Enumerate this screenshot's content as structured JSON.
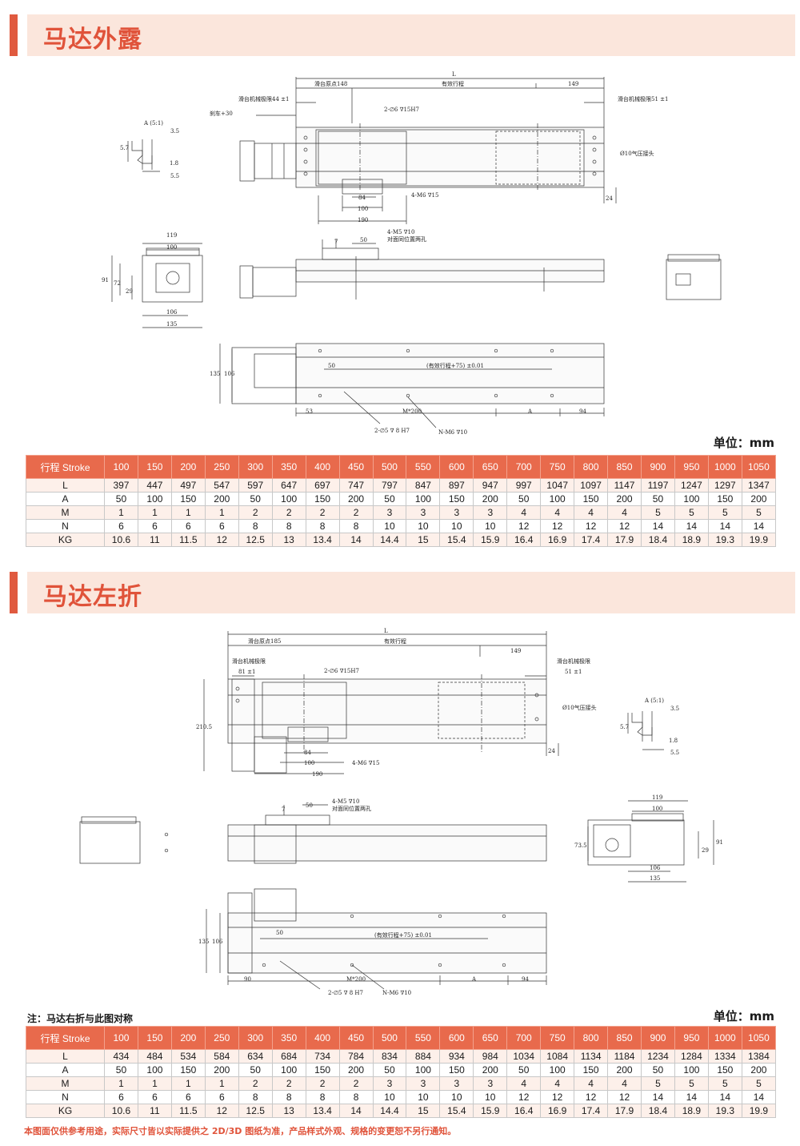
{
  "sections": [
    {
      "title": "马达外露"
    },
    {
      "title": "马达左折"
    }
  ],
  "unit_label": "单位：mm",
  "note_label": "注：马达右折与此图对称",
  "footer_note": "本图面仅供参考用途，实际尺寸皆以实际提供之 2D/3D 图纸为准，产品样式外观、规格的变更恕不另行通知。",
  "drawing1": {
    "L": "L",
    "slider_origin": "滑台原点148",
    "stroke": "有效行程",
    "d149": "149",
    "mech_limit_left": "滑台机械极限44 ±1",
    "mech_limit_right": "滑台机械极限51 ±1",
    "brake": "刹车+30",
    "pin_hole": "2-∅6 ∇15H7",
    "detail": "A (5:1)",
    "d35": "3.5",
    "d57": "5.7",
    "d18": "1.8",
    "d55": "5.5",
    "air": "Ø10气压接头",
    "d84": "84",
    "d100": "100",
    "d190": "190",
    "m6": "4-M6 ∇15",
    "d24": "24",
    "m5": "4-M5 ∇10",
    "m5b": "对面同位置两孔",
    "d7": "7",
    "d50": "50",
    "d119": "119",
    "d100b": "100",
    "d91": "91",
    "d72": "72",
    "d29": "29",
    "d106": "106",
    "d135": "135",
    "d135b": "135",
    "d106b": "106",
    "d50b": "50",
    "stroke75": "(有效行程+75) ±0.01",
    "d53": "53",
    "m200": "M*200",
    "A": "A",
    "d94": "94",
    "h7": "2-∅5 ∇ 8 H7",
    "nm6": "N-M6 ∇10"
  },
  "drawing2": {
    "L": "L",
    "slider_origin": "滑台原点185",
    "stroke": "有效行程",
    "d149": "149",
    "mech_limit_left": "滑台机械极限",
    "mech_limit_left_val": "81 ±1",
    "mech_limit_right": "滑台机械极限",
    "mech_limit_right_val": "51 ±1",
    "pin_hole": "2-∅6 ∇15H7",
    "air": "Ø10气压接头",
    "detail": "A (5:1)",
    "d35": "3.5",
    "d57": "5.7",
    "d18": "1.8",
    "d55": "5.5",
    "d2105": "210.5",
    "d84": "84",
    "d100": "100",
    "d190": "190",
    "m6": "4-M6 ∇15",
    "d24": "24",
    "m5": "4-M5 ∇10",
    "m5b": "对面同位置两孔",
    "d7": "7",
    "d50": "50",
    "d119": "119",
    "d100b": "100",
    "d735": "73.5",
    "d29": "29",
    "d91": "91",
    "d106": "106",
    "d135": "135",
    "d135b": "135",
    "d106b": "106",
    "d50b": "50",
    "stroke75": "(有效行程+75) ±0.01",
    "d90": "90",
    "m200": "M*200",
    "A": "A",
    "d94": "94",
    "h7": "2-∅5 ∇ 8 H7",
    "nm6": "N-M6 ∇10"
  },
  "table1": {
    "header": [
      "行程 Stroke",
      "100",
      "150",
      "200",
      "250",
      "300",
      "350",
      "400",
      "450",
      "500",
      "550",
      "600",
      "650",
      "700",
      "750",
      "800",
      "850",
      "900",
      "950",
      "1000",
      "1050"
    ],
    "rows": [
      [
        "L",
        "397",
        "447",
        "497",
        "547",
        "597",
        "647",
        "697",
        "747",
        "797",
        "847",
        "897",
        "947",
        "997",
        "1047",
        "1097",
        "1147",
        "1197",
        "1247",
        "1297",
        "1347"
      ],
      [
        "A",
        "50",
        "100",
        "150",
        "200",
        "50",
        "100",
        "150",
        "200",
        "50",
        "100",
        "150",
        "200",
        "50",
        "100",
        "150",
        "200",
        "50",
        "100",
        "150",
        "200"
      ],
      [
        "M",
        "1",
        "1",
        "1",
        "1",
        "2",
        "2",
        "2",
        "2",
        "3",
        "3",
        "3",
        "3",
        "4",
        "4",
        "4",
        "4",
        "5",
        "5",
        "5",
        "5"
      ],
      [
        "N",
        "6",
        "6",
        "6",
        "6",
        "8",
        "8",
        "8",
        "8",
        "10",
        "10",
        "10",
        "10",
        "12",
        "12",
        "12",
        "12",
        "14",
        "14",
        "14",
        "14"
      ],
      [
        "KG",
        "10.6",
        "11",
        "11.5",
        "12",
        "12.5",
        "13",
        "13.4",
        "14",
        "14.4",
        "15",
        "15.4",
        "15.9",
        "16.4",
        "16.9",
        "17.4",
        "17.9",
        "18.4",
        "18.9",
        "19.3",
        "19.9"
      ]
    ]
  },
  "table2": {
    "header": [
      "行程 Stroke",
      "100",
      "150",
      "200",
      "250",
      "300",
      "350",
      "400",
      "450",
      "500",
      "550",
      "600",
      "650",
      "700",
      "750",
      "800",
      "850",
      "900",
      "950",
      "1000",
      "1050"
    ],
    "rows": [
      [
        "L",
        "434",
        "484",
        "534",
        "584",
        "634",
        "684",
        "734",
        "784",
        "834",
        "884",
        "934",
        "984",
        "1034",
        "1084",
        "1134",
        "1184",
        "1234",
        "1284",
        "1334",
        "1384"
      ],
      [
        "A",
        "50",
        "100",
        "150",
        "200",
        "50",
        "100",
        "150",
        "200",
        "50",
        "100",
        "150",
        "200",
        "50",
        "100",
        "150",
        "200",
        "50",
        "100",
        "150",
        "200"
      ],
      [
        "M",
        "1",
        "1",
        "1",
        "1",
        "2",
        "2",
        "2",
        "2",
        "3",
        "3",
        "3",
        "3",
        "4",
        "4",
        "4",
        "4",
        "5",
        "5",
        "5",
        "5"
      ],
      [
        "N",
        "6",
        "6",
        "6",
        "6",
        "8",
        "8",
        "8",
        "8",
        "10",
        "10",
        "10",
        "10",
        "12",
        "12",
        "12",
        "12",
        "14",
        "14",
        "14",
        "14"
      ],
      [
        "KG",
        "10.6",
        "11",
        "11.5",
        "12",
        "12.5",
        "13",
        "13.4",
        "14",
        "14.4",
        "15",
        "15.4",
        "15.9",
        "16.4",
        "16.9",
        "17.4",
        "17.9",
        "18.4",
        "18.9",
        "19.3",
        "19.9"
      ]
    ]
  }
}
